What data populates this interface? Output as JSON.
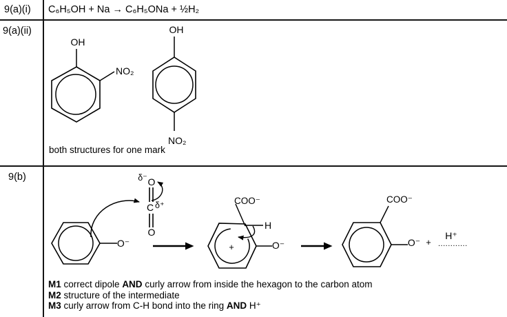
{
  "document": {
    "kind": "chemistry mark scheme table"
  },
  "rows": {
    "r9ai": {
      "label": "9(a)(i)",
      "equation": "C₆H₅OH + Na → C₆H₅ONa + ½H₂"
    },
    "r9aii": {
      "label": "9(a)(ii)",
      "structure1": {
        "name": "2-nitrophenol",
        "oh": "OH",
        "no2": "NO₂"
      },
      "structure2": {
        "name": "4-nitrophenol",
        "oh": "OH",
        "no2": "NO₂"
      },
      "caption": "both structures for one mark"
    },
    "r9b": {
      "label": "9(b)",
      "phenoxide": {
        "o_minus": "O⁻"
      },
      "co2": {
        "delta_minus": "δ⁻",
        "o_top": "O",
        "carbon": "C",
        "delta_plus": "δ⁺",
        "o_bottom": "O"
      },
      "intermediate": {
        "coo": "COO⁻",
        "h": "H",
        "o_minus": "O⁻",
        "plus_charge": "+"
      },
      "product": {
        "coo": "COO⁻",
        "o_minus": "O⁻",
        "plus": "+",
        "h_plus": "H⁺",
        "answer_dots": "............"
      },
      "marks": {
        "m1": {
          "label": "M1",
          "text1": " correct dipole ",
          "and": "AND",
          "text2": " curly arrow from inside the hexagon to the carbon atom"
        },
        "m2": {
          "label": "M2",
          "text1": " structure of the intermediate",
          "and": "",
          "text2": ""
        },
        "m3": {
          "label": "M3",
          "text1": " curly arrow from C-H bond into the ring ",
          "and": "AND",
          "text2": " H⁺"
        }
      }
    }
  }
}
